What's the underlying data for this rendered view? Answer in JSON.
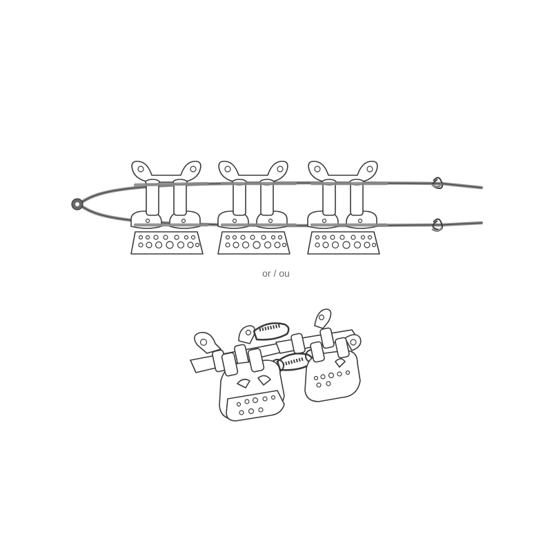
{
  "caption": "or / ou",
  "figures": [
    {
      "name": "linked-chocks-on-cord"
    },
    {
      "name": "linked-chocks-with-carabiners"
    }
  ],
  "colors": {
    "line": "#3a3a3a",
    "cord": "#8a8a8a",
    "text": "#6b6b6b",
    "background": "#ffffff"
  }
}
